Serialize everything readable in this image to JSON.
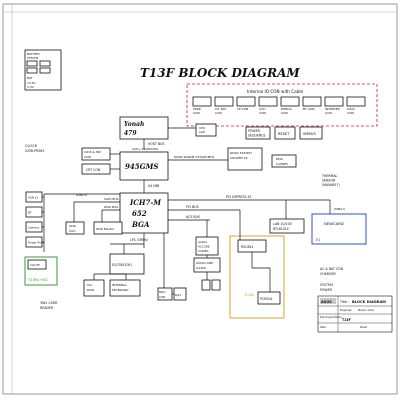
{
  "title": "T13F  BLOCK DIAGRAM",
  "battery": [
    "BATTERY",
    "VFD/FB",
    "BAT",
    "13.5V",
    "3.3V"
  ],
  "clock": [
    "CLOCK",
    "ICS9LPR363"
  ],
  "internal_io": {
    "title": "Internal IO CON with Cable",
    "cons": [
      [
        "SPKR",
        "CON"
      ],
      [
        "Int. MIC",
        "CON"
      ],
      [
        "TP CON",
        ""
      ],
      [
        "CCD",
        "CON"
      ],
      [
        "DEBUG",
        "CON"
      ],
      [
        "BT CON",
        ""
      ],
      [
        "INVERTER",
        "CON"
      ],
      [
        "LVDS",
        "CON"
      ]
    ]
  },
  "cpu": [
    "Yonah",
    "479"
  ],
  "cpu_con": [
    "CPU",
    "CAP"
  ],
  "power_seq": [
    "POWER",
    "SEQUENCE"
  ],
  "reset": "RESET",
  "smbus": "SMBUS",
  "host_bus": "HOST BUS",
  "fsb_note": "AGTL+ 533/667MHz",
  "lvds_inv": [
    "LVDS & INV",
    "CON"
  ],
  "crt_con": [
    "CRT CON"
  ],
  "gmch": "945GMS",
  "ddr_bus": "DDR2 SDRAM 533/667MHz",
  "ddr2_sodimm": [
    "DDR2 533/667",
    "SODIMM X2"
  ],
  "ddr_caps": [
    "DDR",
    "CAPRES"
  ],
  "dmi": "X4 DMI",
  "pci_express": "PCI EXPRESS X1",
  "thermal": [
    "THERMAL",
    "SENSOR",
    "(MAX6657)"
  ],
  "left_cons": [
    "USB x3",
    "BT",
    "Camera",
    "Finger Print",
    "CLK/TE"
  ],
  "usb_label": "USB2.0",
  "sata_bus": "SATA BUS",
  "pata_bus": "PATA BUS",
  "ich": [
    "ICH7-M",
    "652",
    "BGA"
  ],
  "odd": [
    "ODD",
    "Slim"
  ],
  "hdd": "HDD Master",
  "pci_bus": "PCI BUS",
  "acs_bus": "ACS BUS",
  "lan": [
    "LAN 10/100",
    "RTL8101E"
  ],
  "newcard": [
    "NEWCARD",
    "E1"
  ],
  "usb_right": "USB2.0",
  "lpc": "LPC  33MHz",
  "ec": "EC(IT8510E)",
  "azalia": [
    "Azalia",
    "ALC268",
    "CODEC"
  ],
  "r5c841": "R5C841",
  "pcmcia": "PCMCIA",
  "cardbus": "3CBg",
  "isa_rom": [
    "ISA",
    "ROM"
  ],
  "int_kbd": [
    "INTERNAL",
    "KEYBOARD"
  ],
  "audio_amp": [
    "AUDIO AMP",
    "G1420"
  ],
  "mdc": [
    "MDC",
    "CON"
  ],
  "rj11": "RJ11",
  "t13fv": "T13Fv +02",
  "card_reader": [
    "3IN1 CARD",
    "READER"
  ],
  "ac_bat": [
    "AC & BAT CON",
    "CHARGER"
  ],
  "system_power": [
    "SYSTEM",
    "POWER"
  ],
  "titleblock": {
    "brand": "ASUS",
    "title_label": "Title :",
    "title_value": "BLOCK DIAGRAM",
    "engineer_label": "Engineer:",
    "engineer_value": "Marvin Chen",
    "model_label": "Size  Project Name",
    "model_value": "T13F",
    "date_label": "Date:",
    "sheet_label": "Sheet"
  },
  "colors": {
    "internal_io_border": "#d02020",
    "cardbus_border": "#d4a017",
    "newcard_border": "#1e3fbf",
    "t13fv_border": "#2a8a2a"
  }
}
